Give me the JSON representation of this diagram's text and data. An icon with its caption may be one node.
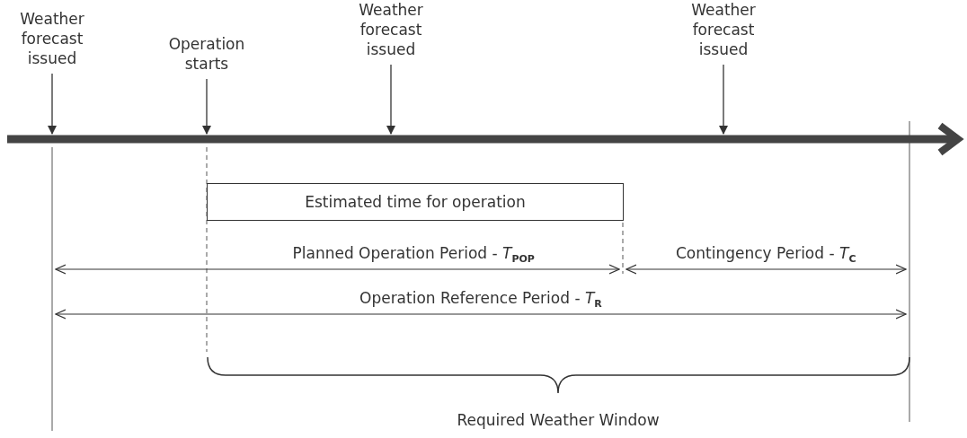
{
  "diagram": {
    "nodes": [
      {
        "text": [
          "Weather forecast issued"
        ]
      },
      {
        "text": [
          "Operation starts"
        ]
      },
      {
        "text": [
          "Weather forecast issued"
        ]
      },
      {
        "text": [
          "Weather forecast issued"
        ]
      },
      {
        "text": [
          "Estimated time for operation"
        ]
      },
      {
        "text": [],
        "shape": "bar"
      }
    ],
    "edges": [
      {
        "from": 0,
        "to": 5,
        "arrow": "to"
      },
      {
        "from": 1,
        "to": 5,
        "arrow": "to"
      },
      {
        "from": 2,
        "to": 5,
        "arrow": "to"
      },
      {
        "from": 3,
        "to": 5,
        "arrow": "to"
      }
    ],
    "labels": [
      "Planned Operation Period - *T*$_{POP}$",
      "Contingency Period - *T*$_{C}$",
      "Operation Reference Period - *T*$_{R}$",
      "Required Weather Window"
    ]
  }
}
